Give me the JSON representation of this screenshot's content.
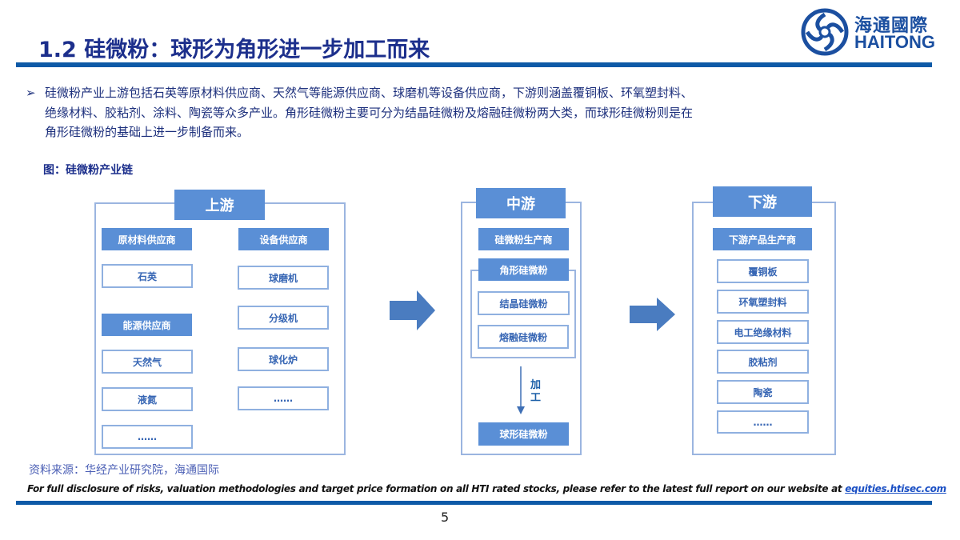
{
  "header": {
    "title": "1.2 硅微粉：球形为角形进一步加工而来",
    "logo": {
      "cn": "海通國際",
      "en": "HAITONG"
    }
  },
  "body": {
    "bullet": "➢",
    "paragraph_lines": [
      "硅微粉产业上游包括石英等原材料供应商、天然气等能源供应商、球磨机等设备供应商，下游则涵盖覆铜板、环氧塑封料、",
      "绝缘材料、胶粘剂、涂料、陶瓷等众多产业。角形硅微粉主要可分为结晶硅微粉及熔融硅微粉两大类，而球形硅微粉则是在",
      "角形硅微粉的基础上进一步制备而来。"
    ]
  },
  "figure": {
    "caption": "图：硅微粉产业链",
    "upstream": {
      "title": "上游",
      "raw_header": "原材料供应商",
      "raw_items": [
        "石英"
      ],
      "energy_header": "能源供应商",
      "energy_items": [
        "天然气",
        "液氮",
        "……"
      ],
      "equip_header": "设备供应商",
      "equip_items": [
        "球磨机",
        "分级机",
        "球化炉",
        "……"
      ]
    },
    "midstream": {
      "title": "中游",
      "producer": "硅微粉生产商",
      "angular": "角形硅微粉",
      "angular_items": [
        "结晶硅微粉",
        "熔融硅微粉"
      ],
      "process_label": "加工",
      "spherical": "球形硅微粉"
    },
    "downstream": {
      "title": "下游",
      "producer": "下游产品生产商",
      "items": [
        "覆铜板",
        "环氧塑封料",
        "电工绝缘材料",
        "胶粘剂",
        "陶瓷",
        "……"
      ]
    }
  },
  "footer": {
    "source": "资料来源：华经产业研究院，海通国际",
    "disclaimer": "For full disclosure of risks, valuation methodologies and target price formation on all HTI rated stocks, please refer to the latest full report on our website at ",
    "link": "equities.htisec.com",
    "page": "5"
  },
  "colors": {
    "brand": "#0e5aa7",
    "box": "#5a8fd6",
    "text": "#1c2f7c"
  }
}
